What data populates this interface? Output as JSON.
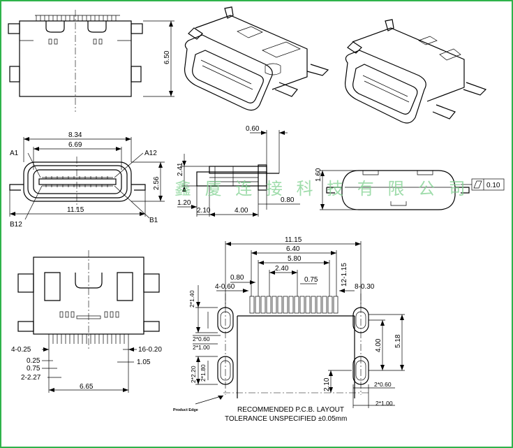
{
  "top_front": {
    "height": "6.50"
  },
  "front_view": {
    "width_overall": "8.34",
    "width_inner": "6.69",
    "pin_a12": "A12",
    "pin_a1": "A1",
    "pin_b12": "B12",
    "pin_b1": "B1",
    "height": "2.56",
    "width_legs": "11.15"
  },
  "side_view": {
    "dim_top": "0.60",
    "height": "2.41",
    "dim_a": "1.20",
    "dim_b": "2.10",
    "dim_c": "4.00",
    "dim_d": "0.80"
  },
  "rear_view": {
    "height": "1.60",
    "flatness_value": "0.10"
  },
  "bottom_view": {
    "d1": "4-0.25",
    "d2": "0.25",
    "d3": "0.75",
    "d4": "2-2.27",
    "d5": "16-0.20",
    "d6": "1.05",
    "d7": "6.65"
  },
  "pcb_layout": {
    "w_total": "11.15",
    "w_640": "6.40",
    "w_580": "5.80",
    "w_240": "2.40",
    "w_080": "0.80",
    "w_075": "0.75",
    "pad_4_060": "4-0.60",
    "pad_12_115": "12-1.15",
    "pad_8_030": "8-0.30",
    "v_140": "2*1.40",
    "v_060a": "2*0.60",
    "v_100a": "2*1.00",
    "v_220": "2*2.20",
    "v_180": "2*1.80",
    "h_400": "4.00",
    "h_518": "5.18",
    "h_210": "2.10",
    "v_060b": "2*0.60",
    "v_100b": "2*1.00",
    "edge_label": "Product Edge",
    "caption1": "RECOMMENDED   P.C.B. LAYOUT",
    "caption2": "TOLERANCE  UNSPECIFIED  ±0.05mm"
  },
  "watermark": "鑫 厦 连 接 科 技 有 限 公 司"
}
